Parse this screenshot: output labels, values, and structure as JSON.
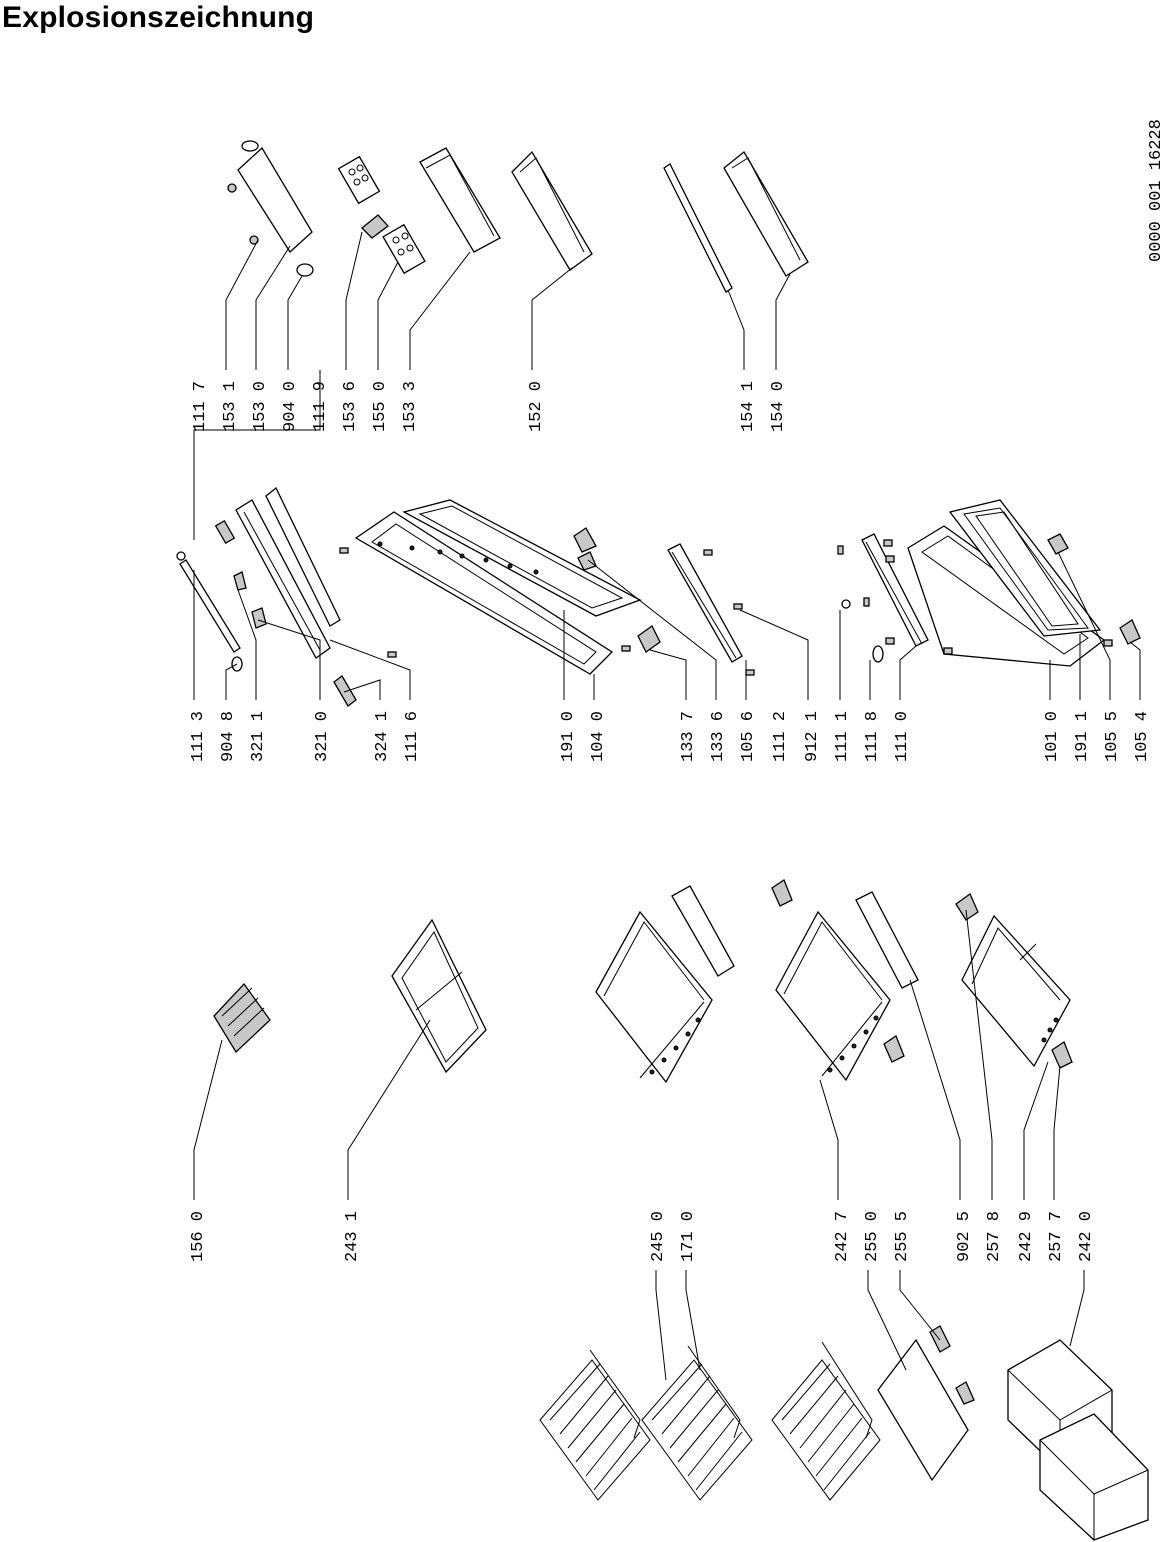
{
  "title": "Explosionszeichnung",
  "drawing_number": "0000 001 16228",
  "groups": [
    {
      "id": "top-right",
      "labels": [
        "111 7",
        "153 1",
        "153 0",
        "904 0",
        "111 9",
        "153 6",
        "155 0",
        "153 3",
        "152 0",
        "154 1",
        "154 0"
      ]
    },
    {
      "id": "middle",
      "labels": [
        "111 3",
        "904 8",
        "321 1",
        "321 0",
        "324 1",
        "111 6",
        "191 0",
        "104 0",
        "133 7",
        "133 6",
        "105 6",
        "111 2",
        "912 1",
        "111 1",
        "111 8",
        "111 0",
        "101 0",
        "191 1",
        "105 5",
        "105 4"
      ]
    },
    {
      "id": "bottom",
      "labels": [
        "156 0",
        "243 1",
        "245 0",
        "171 0",
        "242 7",
        "255 0",
        "255 5",
        "902 5",
        "257 8",
        "242 9",
        "257 7",
        "242 0"
      ]
    }
  ]
}
